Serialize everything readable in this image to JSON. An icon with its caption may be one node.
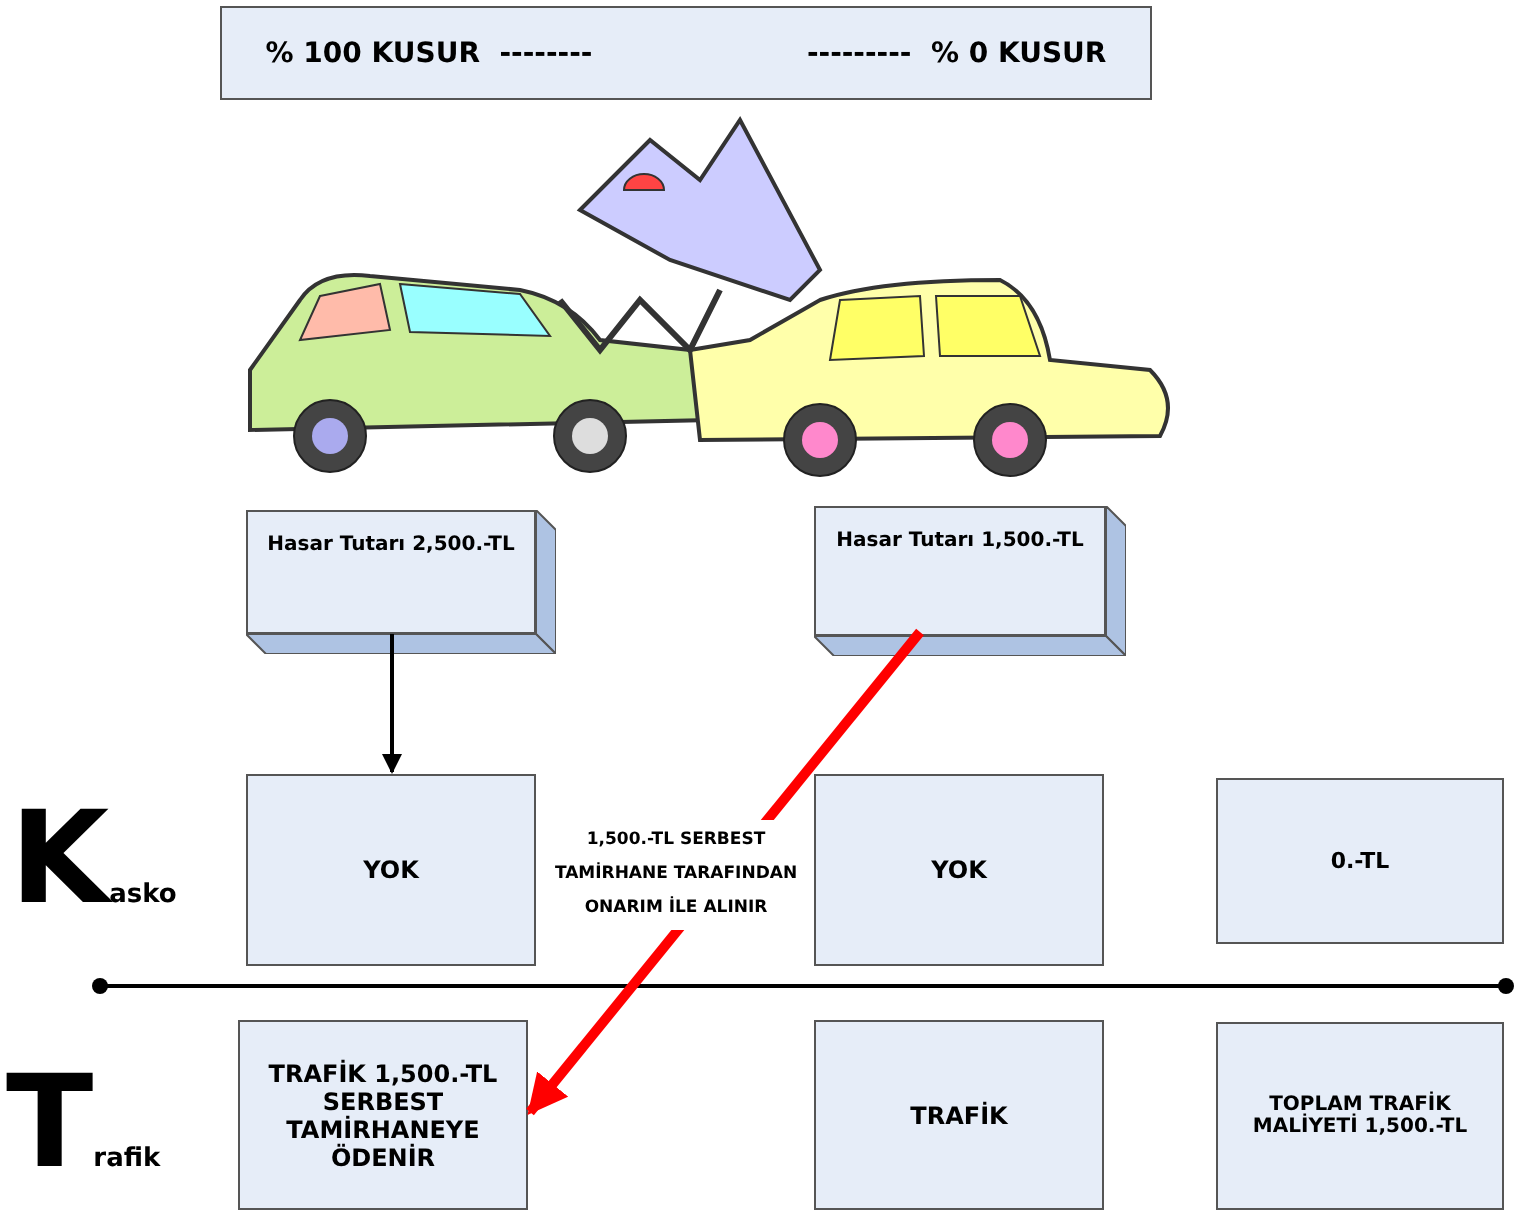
{
  "diagram": {
    "nodes": [
      {
        "text": [
          "% 100 KUSUR  --------                      ---------  % 0 KUSUR"
        ]
      },
      {
        "text": [
          "Hasar Tutarı 2,500.-TL"
        ]
      },
      {
        "text": [
          "Hasar Tutarı 1,500.-TL"
        ]
      },
      {
        "text": [
          "YOK"
        ]
      },
      {
        "text": [
          "YOK"
        ]
      },
      {
        "text": [
          "0.-TL"
        ]
      },
      {
        "text": [
          "TRAFİK 1,500.-TL SERBEST TAMİRHANEYE ÖDENİR"
        ]
      },
      {
        "text": [
          "TRAFİK"
        ]
      },
      {
        "text": [
          "TOPLAM TRAFİK MALİYETİ 1,500.-TL"
        ]
      }
    ],
    "edges": [
      {
        "from": 1,
        "to": 3,
        "arrow": "to"
      },
      {
        "from": 2,
        "to": 6,
        "arrow": "to",
        "label": "1,500.-TL SERBEST TAMİRHANE TARAFINDAN ONARIM İLE ALINIR",
        "style": "thick",
        "color": "#ff0000"
      }
    ],
    "labels": [
      "Kasko",
      "Trafik"
    ]
  }
}
